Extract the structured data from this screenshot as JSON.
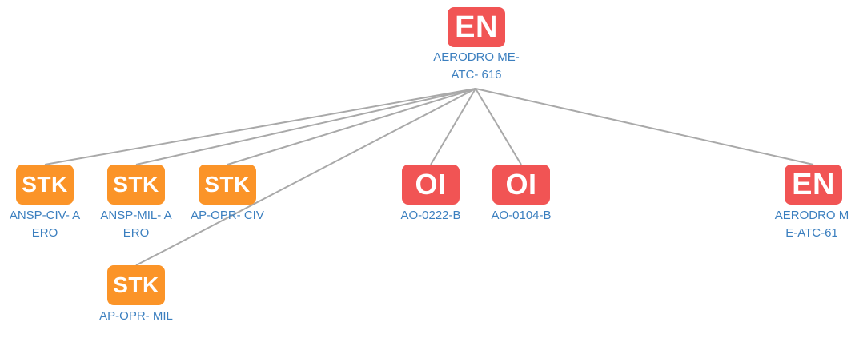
{
  "colors": {
    "en": "#f15454",
    "oi": "#f15454",
    "stk": "#fb9428",
    "label": "#3b7fbf",
    "edge": "#a9a9a9"
  },
  "nodes": {
    "root": {
      "type": "EN",
      "label": "AERODRO ME-ATC- 616"
    },
    "ansp_civ": {
      "type": "STK",
      "label": "ANSP-CIV- AERO"
    },
    "ansp_mil": {
      "type": "STK",
      "label": "ANSP-MIL- AERO"
    },
    "ap_opr_civ": {
      "type": "STK",
      "label": "AP-OPR- CIV"
    },
    "ap_opr_mil": {
      "type": "STK",
      "label": "AP-OPR- MIL"
    },
    "ao_0222": {
      "type": "OI",
      "label": "AO-0222-B"
    },
    "ao_0104": {
      "type": "OI",
      "label": "AO-0104-B"
    },
    "aero_61": {
      "type": "EN",
      "label": "AERODRO ME-ATC-61"
    }
  },
  "edges": [
    [
      "root",
      "ansp_civ"
    ],
    [
      "root",
      "ansp_mil"
    ],
    [
      "root",
      "ap_opr_civ"
    ],
    [
      "root",
      "ap_opr_mil"
    ],
    [
      "root",
      "ao_0222"
    ],
    [
      "root",
      "ao_0104"
    ],
    [
      "root",
      "aero_61"
    ]
  ]
}
